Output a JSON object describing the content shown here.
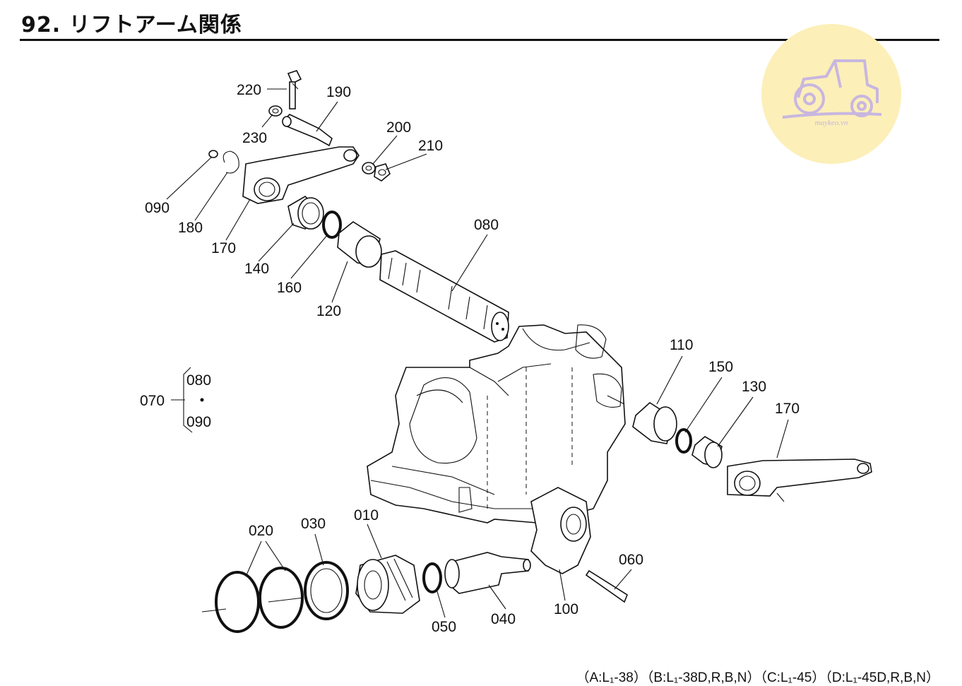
{
  "title": "92. リフトアーム関係",
  "footer_note": "（A:L₁-38）（B:L₁-38D,R,B,N）（C:L₁-45）（D:L₁-45D,R,B,N）",
  "watermark": {
    "text": "maykeo.vn",
    "icon": "tractor-icon",
    "bg_color": "#fcefb8",
    "fg_color": "#c8b6e0"
  },
  "callouts": {
    "p220": "220",
    "p190": "190",
    "p230": "230",
    "p200": "200",
    "p210": "210",
    "p090": "090",
    "p180": "180",
    "p170a": "170",
    "p140": "140",
    "p160": "160",
    "p120": "120",
    "p080": "080",
    "p110": "110",
    "p150": "150",
    "p130": "130",
    "p170b": "170",
    "p020": "020",
    "p030": "030",
    "p010": "010",
    "p050": "050",
    "p040": "040",
    "p100": "100",
    "p060": "060"
  },
  "assembly_ref": {
    "parent": "070",
    "children": [
      "080",
      "090"
    ]
  }
}
